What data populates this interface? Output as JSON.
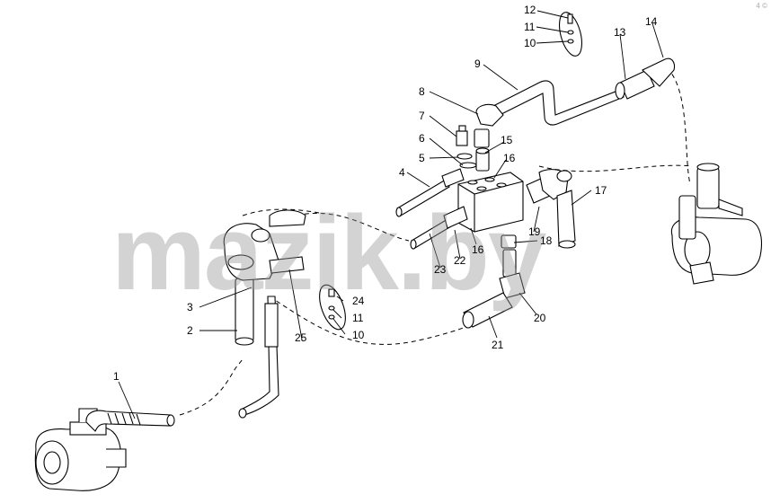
{
  "corner_mark": "4 ©",
  "watermark": "mazik.by",
  "callouts": [
    {
      "id": "c1",
      "text": "1"
    },
    {
      "id": "c2",
      "text": "2"
    },
    {
      "id": "c3",
      "text": "3"
    },
    {
      "id": "c4",
      "text": "4"
    },
    {
      "id": "c5",
      "text": "5"
    },
    {
      "id": "c6",
      "text": "6"
    },
    {
      "id": "c7",
      "text": "7"
    },
    {
      "id": "c8",
      "text": "8"
    },
    {
      "id": "c9",
      "text": "9"
    },
    {
      "id": "c10a",
      "text": "10"
    },
    {
      "id": "c11a",
      "text": "11"
    },
    {
      "id": "c12",
      "text": "12"
    },
    {
      "id": "c13",
      "text": "13"
    },
    {
      "id": "c14",
      "text": "14"
    },
    {
      "id": "c15",
      "text": "15"
    },
    {
      "id": "c16a",
      "text": "16"
    },
    {
      "id": "c16b",
      "text": "16"
    },
    {
      "id": "c17",
      "text": "17"
    },
    {
      "id": "c18",
      "text": "18"
    },
    {
      "id": "c19",
      "text": "19"
    },
    {
      "id": "c20",
      "text": "20"
    },
    {
      "id": "c21",
      "text": "21"
    },
    {
      "id": "c22",
      "text": "22"
    },
    {
      "id": "c23",
      "text": "23"
    },
    {
      "id": "c24",
      "text": "24"
    },
    {
      "id": "c25",
      "text": "25"
    },
    {
      "id": "c11b",
      "text": "11"
    },
    {
      "id": "c10b",
      "text": "10"
    }
  ]
}
